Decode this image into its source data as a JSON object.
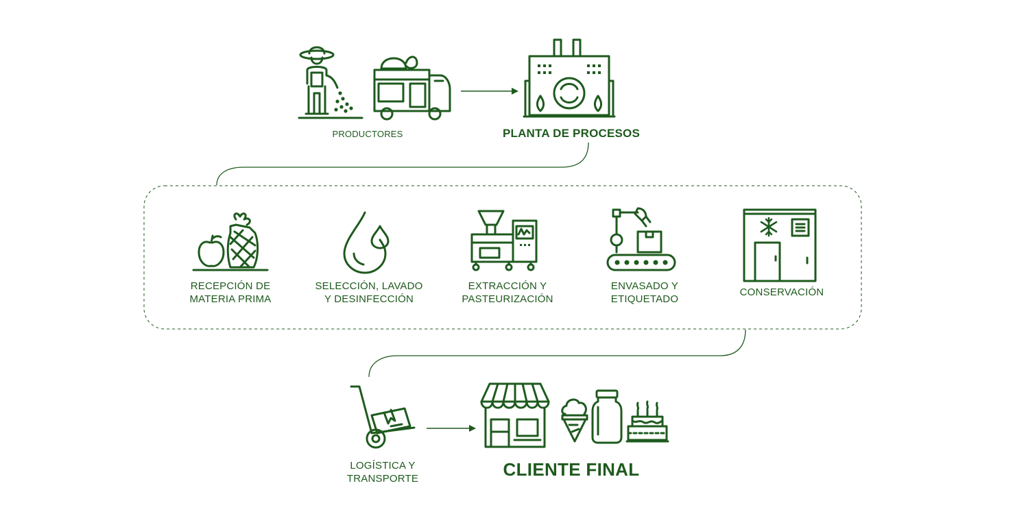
{
  "colors": {
    "primary": "#1e5a1e",
    "background": "#ffffff"
  },
  "top": {
    "producers": {
      "label": "PRODUCTORES",
      "icons": [
        "farmer-icon",
        "produce-truck-icon"
      ]
    },
    "plant": {
      "label": "PLANTA DE PROCESOS",
      "icon": "factory-icon"
    }
  },
  "process": {
    "steps": [
      {
        "label": "RECEPCIÓN DE\nMATERIA PRIMA",
        "icon": "fruit-icon"
      },
      {
        "label": "SELECCIÓN, LAVADO\nY DESINFECCIÓN",
        "icon": "water-drop-icon"
      },
      {
        "label": "EXTRACCIÓN Y\nPASTEURIZACIÓN",
        "icon": "extraction-machine-icon"
      },
      {
        "label": "ENVASADO Y\nETIQUETADO",
        "icon": "robot-arm-conveyor-icon"
      },
      {
        "label": "CONSERVACIÓN",
        "icon": "cold-room-icon"
      }
    ]
  },
  "bottom": {
    "logistics": {
      "label": "LOGÍSTICA Y\nTRANSPORTE",
      "icon": "hand-truck-icon"
    },
    "client": {
      "label": "CLIENTE FINAL",
      "icons": [
        "store-icon",
        "ice-cream-icon",
        "jar-icon",
        "cake-icon"
      ]
    }
  }
}
